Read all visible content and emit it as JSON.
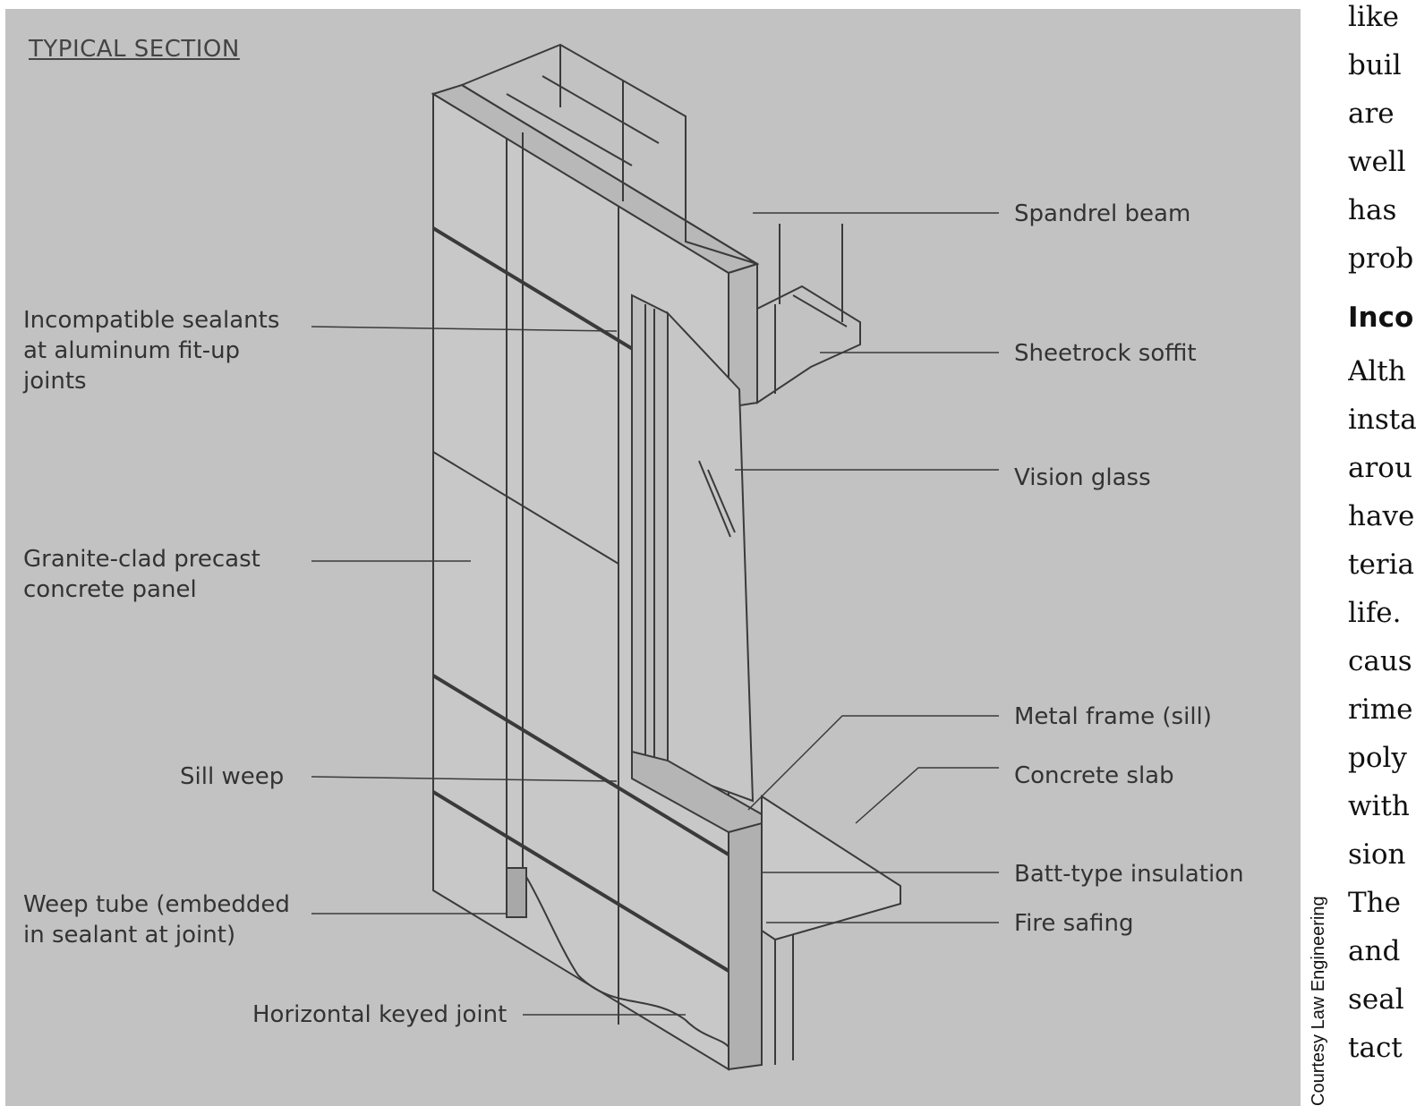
{
  "figure": {
    "title": "TYPICAL SECTION",
    "credit": "Courtesy Law Engineering",
    "labels_left": [
      "Incompatible sealants at aluminum fit-up joints",
      "Granite-clad precast concrete panel",
      "Sill weep",
      "Weep tube (embedded in sealant at joint)",
      "Horizontal keyed joint"
    ],
    "labels_right": [
      "Spandrel beam",
      "Sheetrock soffit",
      "Vision glass",
      "Metal frame (sill)",
      "Concrete slab",
      "Batt-type insulation",
      "Fire safing"
    ]
  },
  "body_text": {
    "lines_top": [
      "like",
      "buil",
      "are",
      "well",
      "has",
      "prob"
    ],
    "heading": "Inco",
    "lines_bottom": [
      "Alth",
      "insta",
      "arou",
      "have",
      "teria",
      "life.",
      "caus",
      "rime",
      "poly",
      "with",
      "sion",
      "The",
      "and",
      "seal",
      "tact"
    ]
  },
  "colors": {
    "figure_bg": "#c2c2c2",
    "line": "#3a3a3a",
    "label": "#333333"
  }
}
